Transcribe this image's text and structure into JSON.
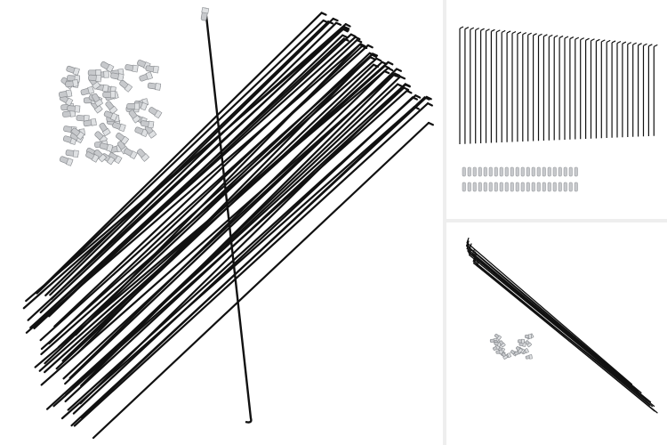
{
  "gallery": {
    "panels": [
      {
        "id": "main",
        "subject": "spokes-with-nipples-main"
      },
      {
        "id": "top-right",
        "subject": "spokes-arranged-row"
      },
      {
        "id": "bottom-right",
        "subject": "spokes-small-view"
      }
    ]
  },
  "colors": {
    "background": "#ffffff",
    "spoke": "#111111",
    "nipple": "#c7c9cc",
    "nipple_shadow": "#8a8d91",
    "divider": "#eeeeee"
  }
}
